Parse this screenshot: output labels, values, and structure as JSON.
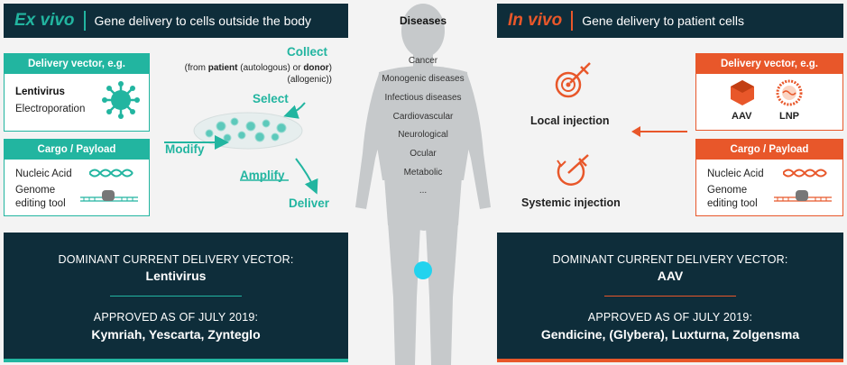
{
  "ex_vivo": {
    "title": "Ex vivo",
    "subtitle": "Gene delivery to cells outside the body",
    "vector_label": "Delivery vector, e.g.",
    "vector_items": [
      "Lentivirus",
      "Electroporation"
    ],
    "cargo_label": "Cargo / Payload",
    "cargo_items": [
      "Nucleic Acid",
      "Genome",
      "editing tool"
    ],
    "steps": {
      "collect": "Collect",
      "collect_note_1a": "(from ",
      "collect_note_1b": "patient",
      "collect_note_1c": " (autologous) or ",
      "collect_note_1d": "donor",
      "collect_note_1e": ")",
      "collect_note_2": "(allogenic))",
      "select": "Select",
      "modify": "Modify",
      "amplify": "Amplify",
      "deliver": "Deliver"
    },
    "dominant_label": "DOMINANT CURRENT DELIVERY VECTOR:",
    "dominant_value": "Lentivirus",
    "approved_label": "APPROVED AS OF JULY 2019:",
    "approved_value": "Kymriah, Yescarta, Zynteglo"
  },
  "diseases": {
    "title": "Diseases",
    "items": [
      "Cancer",
      "Monogenic diseases",
      "Infectious diseases",
      "Cardiovascular",
      "Neurological",
      "Ocular",
      "Metabolic",
      "..."
    ]
  },
  "in_vivo": {
    "title": "In vivo",
    "subtitle": "Gene delivery to patient cells",
    "vector_label": "Delivery vector, e.g.",
    "vector_items": [
      "AAV",
      "LNP"
    ],
    "cargo_label": "Cargo / Payload",
    "cargo_items": [
      "Nucleic Acid",
      "Genome",
      "editing tool"
    ],
    "local_injection": "Local injection",
    "systemic_injection": "Systemic injection",
    "dominant_label": "DOMINANT CURRENT DELIVERY VECTOR:",
    "dominant_value": "AAV",
    "approved_label": "APPROVED AS OF JULY 2019:",
    "approved_value": "Gendicine, (Glybera), Luxturna, Zolgensma"
  },
  "colors": {
    "teal": "#22b5a0",
    "orange": "#e8572a",
    "navy": "#0e2d3a"
  }
}
